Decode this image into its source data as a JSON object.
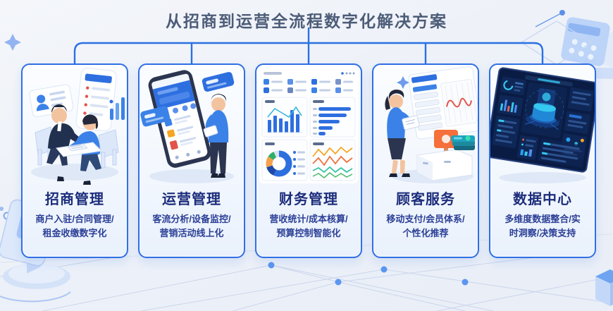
{
  "page": {
    "title": "从招商到运营全流程数字化解决方案"
  },
  "colors": {
    "accent_blue": "#2a70e2",
    "title_color": "#4d5c78",
    "card_border": "#2f6fe4",
    "card_title_navy": "#1c2d7b",
    "card_desc_blue": "#2b3f96",
    "illustration_blue": "#3b82e8",
    "dark_navy_suit": "#21304f",
    "orange_accent": "#f5703a",
    "teal_accent": "#35c4a2",
    "dark_dashboard_bg": "#0a1c44",
    "cyan_glow": "#35c8f0"
  },
  "connector": {
    "branch_count": 5
  },
  "cards": [
    {
      "id": "investment",
      "title": "招商管理",
      "desc_line1": "商户入驻/合同管理/",
      "desc_line2": "租金收缴数字化",
      "illustration": "meeting-contract-scene"
    },
    {
      "id": "operations",
      "title": "运营管理",
      "desc_line1": "客流分析/设备监控/",
      "desc_line2": "营销活动线上化",
      "illustration": "mobile-app-scene"
    },
    {
      "id": "finance",
      "title": "财务管理",
      "desc_line1": "营收统计/成本核算/",
      "desc_line2": "预算控制智能化",
      "illustration": "charts-dashboard-scene"
    },
    {
      "id": "customer",
      "title": "顾客服务",
      "desc_line1": "移动支付/会员体系/",
      "desc_line2": "个性化推荐",
      "illustration": "service-counter-scene"
    },
    {
      "id": "datacenter",
      "title": "数据中心",
      "desc_line1": "多维度数据整合/实",
      "desc_line2": "时洞察/决策支持",
      "illustration": "big-data-screen-scene"
    }
  ]
}
